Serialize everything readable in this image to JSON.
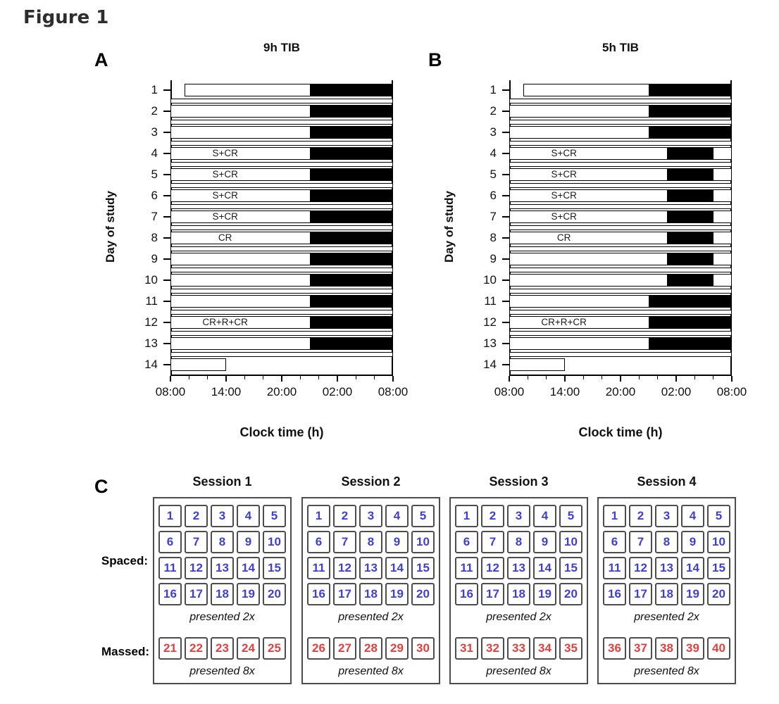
{
  "figure": {
    "title": "Figure 1"
  },
  "panels": {
    "a": {
      "letter": "A",
      "title": "9h TIB",
      "xlabel": "Clock time (h)",
      "ylabel": "Day of study"
    },
    "b": {
      "letter": "B",
      "title": "5h TIB",
      "xlabel": "Clock time (h)",
      "ylabel": "Day of study"
    },
    "c": {
      "letter": "C",
      "spaced_label": "Spaced:",
      "massed_label": "Massed:",
      "colors": {
        "spaced_number": "#4040d0",
        "massed_number": "#e2403e",
        "box_border": "#4d4d4d"
      },
      "sessions": [
        {
          "title": "Session 1",
          "spaced": [
            1,
            2,
            3,
            4,
            5,
            6,
            7,
            8,
            9,
            10,
            11,
            12,
            13,
            14,
            15,
            16,
            17,
            18,
            19,
            20
          ],
          "spaced_note": "presented 2x",
          "massed": [
            21,
            22,
            23,
            24,
            25
          ],
          "massed_note": "presented 8x"
        },
        {
          "title": "Session 2",
          "spaced": [
            1,
            2,
            3,
            4,
            5,
            6,
            7,
            8,
            9,
            10,
            11,
            12,
            13,
            14,
            15,
            16,
            17,
            18,
            19,
            20
          ],
          "spaced_note": "presented 2x",
          "massed": [
            26,
            27,
            28,
            29,
            30
          ],
          "massed_note": "presented 8x"
        },
        {
          "title": "Session 3",
          "spaced": [
            1,
            2,
            3,
            4,
            5,
            6,
            7,
            8,
            9,
            10,
            11,
            12,
            13,
            14,
            15,
            16,
            17,
            18,
            19,
            20
          ],
          "spaced_note": "presented 2x",
          "massed": [
            31,
            32,
            33,
            34,
            35
          ],
          "massed_note": "presented 8x"
        },
        {
          "title": "Session 4",
          "spaced": [
            1,
            2,
            3,
            4,
            5,
            6,
            7,
            8,
            9,
            10,
            11,
            12,
            13,
            14,
            15,
            16,
            17,
            18,
            19,
            20
          ],
          "spaced_note": "presented 2x",
          "massed": [
            36,
            37,
            38,
            39,
            40
          ],
          "massed_note": "presented 8x"
        }
      ]
    }
  },
  "chart_data": [
    {
      "type": "bar",
      "panel": "A",
      "title": "9h TIB",
      "xlabel": "Clock time (h)",
      "ylabel": "Day of study",
      "x_axis": {
        "unit": "hours after 08:00",
        "range_h": [
          0,
          24
        ],
        "major_tick_hours": [
          0,
          6,
          12,
          18,
          24
        ],
        "major_tick_labels": [
          "08:00",
          "14:00",
          "20:00",
          "02:00",
          "08:00"
        ],
        "minor_tick_every_h": 2
      },
      "bar_colors": {
        "wake": "#ffffff",
        "time_in_bed": "#000000"
      },
      "days": [
        {
          "day": 1,
          "bar_start_h": 1.5,
          "bar_end_h": 24,
          "tib_start_h": 15,
          "tib_end_h": 24,
          "label": ""
        },
        {
          "day": 2,
          "bar_start_h": 0,
          "bar_end_h": 24,
          "tib_start_h": 15,
          "tib_end_h": 24,
          "label": ""
        },
        {
          "day": 3,
          "bar_start_h": 0,
          "bar_end_h": 24,
          "tib_start_h": 15,
          "tib_end_h": 24,
          "label": ""
        },
        {
          "day": 4,
          "bar_start_h": 0,
          "bar_end_h": 24,
          "tib_start_h": 15,
          "tib_end_h": 24,
          "label": "S+CR"
        },
        {
          "day": 5,
          "bar_start_h": 0,
          "bar_end_h": 24,
          "tib_start_h": 15,
          "tib_end_h": 24,
          "label": "S+CR"
        },
        {
          "day": 6,
          "bar_start_h": 0,
          "bar_end_h": 24,
          "tib_start_h": 15,
          "tib_end_h": 24,
          "label": "S+CR"
        },
        {
          "day": 7,
          "bar_start_h": 0,
          "bar_end_h": 24,
          "tib_start_h": 15,
          "tib_end_h": 24,
          "label": "S+CR"
        },
        {
          "day": 8,
          "bar_start_h": 0,
          "bar_end_h": 24,
          "tib_start_h": 15,
          "tib_end_h": 24,
          "label": "CR"
        },
        {
          "day": 9,
          "bar_start_h": 0,
          "bar_end_h": 24,
          "tib_start_h": 15,
          "tib_end_h": 24,
          "label": ""
        },
        {
          "day": 10,
          "bar_start_h": 0,
          "bar_end_h": 24,
          "tib_start_h": 15,
          "tib_end_h": 24,
          "label": ""
        },
        {
          "day": 11,
          "bar_start_h": 0,
          "bar_end_h": 24,
          "tib_start_h": 15,
          "tib_end_h": 24,
          "label": ""
        },
        {
          "day": 12,
          "bar_start_h": 0,
          "bar_end_h": 24,
          "tib_start_h": 15,
          "tib_end_h": 24,
          "label": "CR+R+CR"
        },
        {
          "day": 13,
          "bar_start_h": 0,
          "bar_end_h": 24,
          "tib_start_h": 15,
          "tib_end_h": 24,
          "label": ""
        },
        {
          "day": 14,
          "bar_start_h": 0,
          "bar_end_h": 6,
          "tib_start_h": null,
          "tib_end_h": null,
          "label": ""
        }
      ]
    },
    {
      "type": "bar",
      "panel": "B",
      "title": "5h TIB",
      "xlabel": "Clock time (h)",
      "ylabel": "Day of study",
      "x_axis": {
        "unit": "hours after 08:00",
        "range_h": [
          0,
          24
        ],
        "major_tick_hours": [
          0,
          6,
          12,
          18,
          24
        ],
        "major_tick_labels": [
          "08:00",
          "14:00",
          "20:00",
          "02:00",
          "08:00"
        ],
        "minor_tick_every_h": 2
      },
      "bar_colors": {
        "wake": "#ffffff",
        "time_in_bed": "#000000"
      },
      "days": [
        {
          "day": 1,
          "bar_start_h": 1.5,
          "bar_end_h": 24,
          "tib_start_h": 15,
          "tib_end_h": 24,
          "label": ""
        },
        {
          "day": 2,
          "bar_start_h": 0,
          "bar_end_h": 24,
          "tib_start_h": 15,
          "tib_end_h": 24,
          "label": ""
        },
        {
          "day": 3,
          "bar_start_h": 0,
          "bar_end_h": 24,
          "tib_start_h": 15,
          "tib_end_h": 24,
          "label": ""
        },
        {
          "day": 4,
          "bar_start_h": 0,
          "bar_end_h": 24,
          "tib_start_h": 17,
          "tib_end_h": 22,
          "label": "S+CR"
        },
        {
          "day": 5,
          "bar_start_h": 0,
          "bar_end_h": 24,
          "tib_start_h": 17,
          "tib_end_h": 22,
          "label": "S+CR"
        },
        {
          "day": 6,
          "bar_start_h": 0,
          "bar_end_h": 24,
          "tib_start_h": 17,
          "tib_end_h": 22,
          "label": "S+CR"
        },
        {
          "day": 7,
          "bar_start_h": 0,
          "bar_end_h": 24,
          "tib_start_h": 17,
          "tib_end_h": 22,
          "label": "S+CR"
        },
        {
          "day": 8,
          "bar_start_h": 0,
          "bar_end_h": 24,
          "tib_start_h": 17,
          "tib_end_h": 22,
          "label": "CR"
        },
        {
          "day": 9,
          "bar_start_h": 0,
          "bar_end_h": 24,
          "tib_start_h": 17,
          "tib_end_h": 22,
          "label": ""
        },
        {
          "day": 10,
          "bar_start_h": 0,
          "bar_end_h": 24,
          "tib_start_h": 17,
          "tib_end_h": 22,
          "label": ""
        },
        {
          "day": 11,
          "bar_start_h": 0,
          "bar_end_h": 24,
          "tib_start_h": 15,
          "tib_end_h": 24,
          "label": ""
        },
        {
          "day": 12,
          "bar_start_h": 0,
          "bar_end_h": 24,
          "tib_start_h": 15,
          "tib_end_h": 24,
          "label": "CR+R+CR"
        },
        {
          "day": 13,
          "bar_start_h": 0,
          "bar_end_h": 24,
          "tib_start_h": 15,
          "tib_end_h": 24,
          "label": ""
        },
        {
          "day": 14,
          "bar_start_h": 0,
          "bar_end_h": 6,
          "tib_start_h": null,
          "tib_end_h": null,
          "label": ""
        }
      ]
    }
  ]
}
